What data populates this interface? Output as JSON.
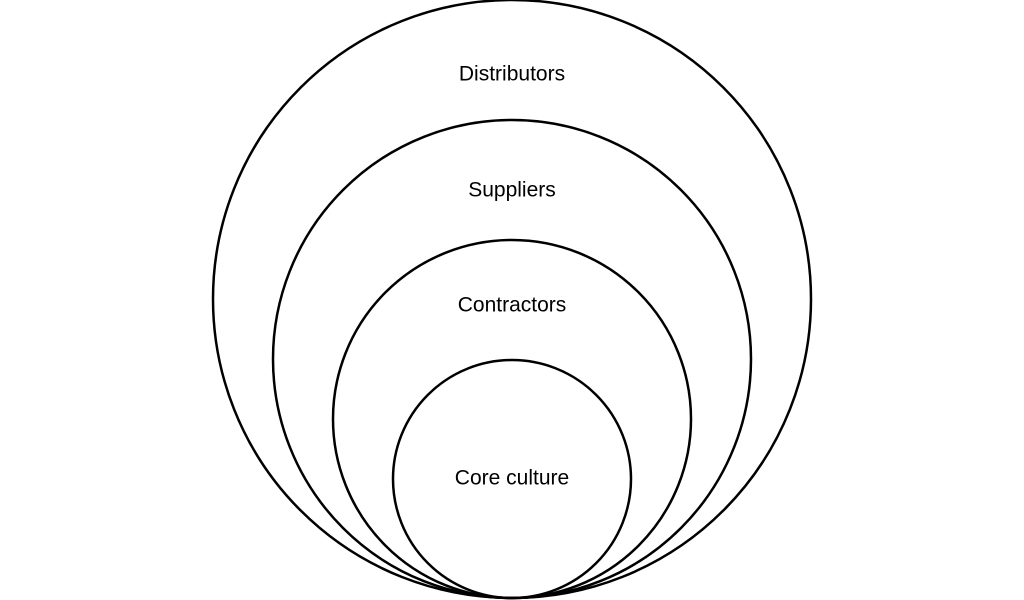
{
  "diagram": {
    "type": "nested-circles",
    "rings": [
      {
        "label": "Distributors"
      },
      {
        "label": "Suppliers"
      },
      {
        "label": "Contractors"
      },
      {
        "label": "Core culture"
      }
    ],
    "colors": {
      "stroke": "#000000",
      "background": "#ffffff",
      "text": "#000000"
    }
  }
}
